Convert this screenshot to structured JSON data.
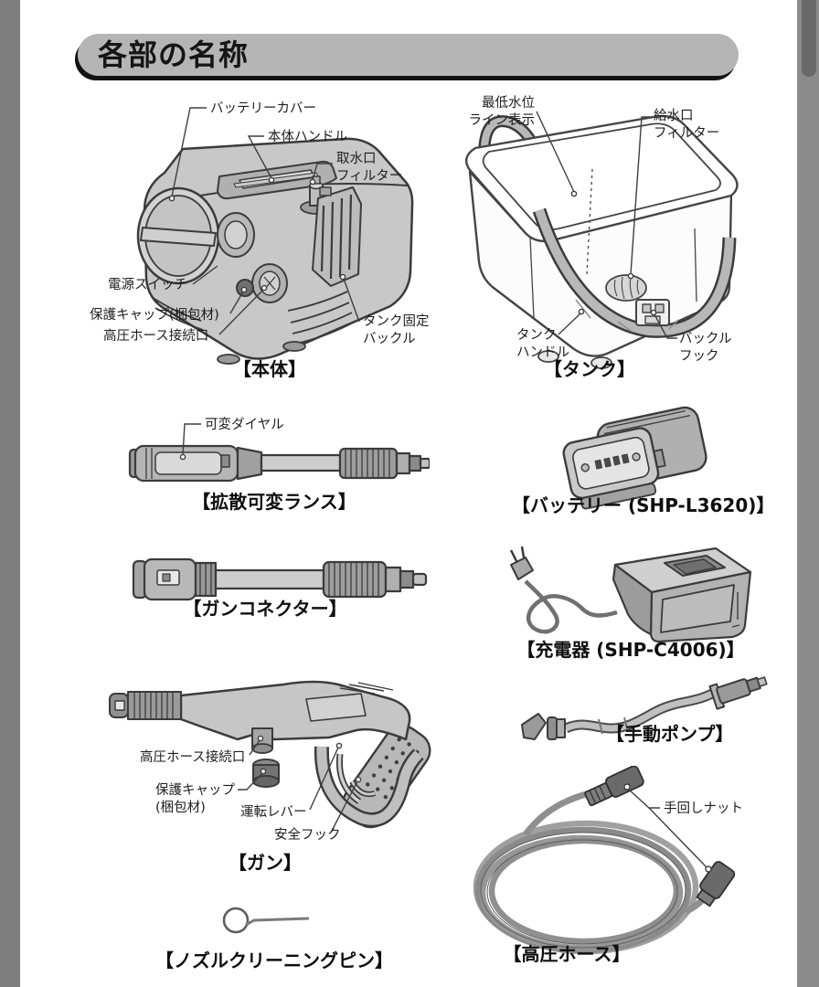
{
  "header": {
    "title": "各部の名称"
  },
  "colors": {
    "banner": "#b5b5b5",
    "page_margin": "#7e7e7e",
    "scrollbar_track": "#8b8b8b",
    "scrollbar_thumb": "#696969",
    "line_art": "#3b3b3b",
    "part_fill": "#c6c6c6"
  },
  "main_unit": {
    "caption": "【本体】",
    "battery_cover": "バッテリーカバー",
    "body_handle": "本体ハンドル",
    "intake_filter": "取水口\nフィルター",
    "power_switch": "電源スイッチ",
    "protective_cap": "保護キャップ(梱包材)",
    "hose_port": "高圧ホース接続口",
    "tank_buckle": "タンク固定\nバックル"
  },
  "tank": {
    "caption": "【タンク】",
    "min_water_line": "最低水位\nライン表示",
    "inlet_filter": "給水口\nフィルター",
    "tank_handle": "タンク\nハンドル",
    "buckle_hook": "バックル\nフック"
  },
  "lance": {
    "caption": "【拡散可変ランス】",
    "variable_dial": "可変ダイヤル"
  },
  "battery": {
    "caption": "【バッテリー (SHP-L3620)】"
  },
  "gun_connector": {
    "caption": "【ガンコネクター】"
  },
  "charger": {
    "caption": "【充電器 (SHP-C4006)】"
  },
  "gun": {
    "caption": "【ガン】",
    "hose_port": "高圧ホース接続口",
    "protective_cap": "保護キャップ\n(梱包材)",
    "trigger_lever": "運転レバー",
    "safety_hook": "安全フック"
  },
  "hand_pump": {
    "caption": "【手動ポンプ】"
  },
  "hose": {
    "caption": "【高圧ホース】",
    "hand_nut": "手回しナット"
  },
  "cleaning_pin": {
    "caption": "【ノズルクリーニングピン】"
  }
}
